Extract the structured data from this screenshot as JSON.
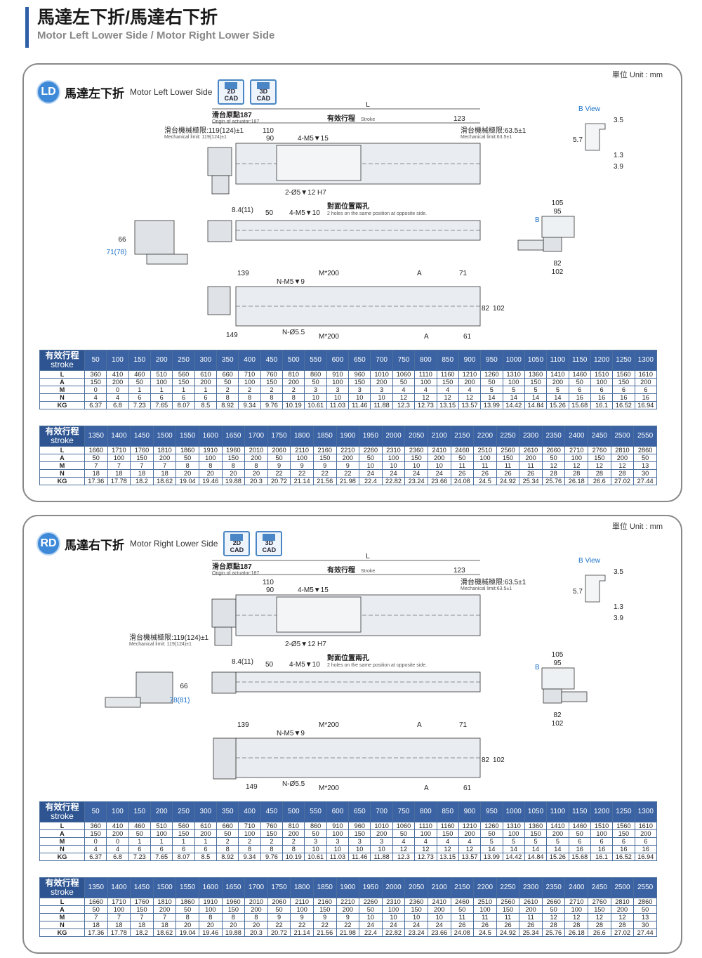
{
  "header": {
    "title": "馬達左下折/馬達右下折",
    "subtitle": "Motor Left Lower Side / Motor Right Lower Side"
  },
  "colors": {
    "accent": "#2f5fa7",
    "badge": "#3f8ad8",
    "table_header": "#3b63a3",
    "highlight": "#1e73c8"
  },
  "cad": {
    "two_d": [
      "2D",
      "CAD"
    ],
    "three_d": [
      "3D",
      "CAD"
    ]
  },
  "row_labels": {
    "stroke_zh": "有效行程",
    "stroke_en": "stroke",
    "L": "L",
    "A": "A",
    "M": "M",
    "N": "N",
    "KG": "KG"
  },
  "drawing_labels": {
    "L": "L",
    "origin_zh": "滑台原點187",
    "origin_en": "Origin of actuator:187",
    "stroke_zh": "有效行程",
    "stroke_en": "Stroke",
    "d123": "123",
    "mech_left_zh": "滑台機械極限:119(124)±1",
    "mech_left_en": "Mechanical limit: 119(124)±1",
    "mech_right_zh": "滑台機械極限:63.5±1",
    "mech_right_en": "Mechanical limit:63.5±1",
    "d110": "110",
    "d90": "90",
    "holes_m5": "4-M5▼15",
    "holes_pin": "2-Ø5▼12 H7",
    "d84": "8.4(11)",
    "d50": "50",
    "holes_m5_10": "4-M5▼10",
    "opp_zh": "對面位置兩孔",
    "opp_en": "2 holes on the same position at opposite side.",
    "d66": "66",
    "d71": "71(78)",
    "d78": "78(81)",
    "bview": "B View",
    "d35": "3.5",
    "d57": "5.7",
    "d13": "1.3",
    "d39": "3.9",
    "d105": "105",
    "d95": "95",
    "d82": "82",
    "d102": "102",
    "b": "B",
    "d139": "139",
    "m200": "M*200",
    "a": "A",
    "d71b": "71",
    "nm5": "N-M5▼9",
    "n55": "N-Ø5.5",
    "d149": "149",
    "d61": "61"
  },
  "panels": [
    {
      "badge": "LD",
      "title_zh": "馬達左下折",
      "title_en": "Motor Left Lower Side",
      "unit": "單位 Unit : mm"
    },
    {
      "badge": "RD",
      "title_zh": "馬達右下折",
      "title_en": "Motor Right Lower Side",
      "unit": "單位 Unit : mm"
    }
  ],
  "table": {
    "block1": {
      "stroke": [
        "50",
        "100",
        "150",
        "200",
        "250",
        "300",
        "350",
        "400",
        "450",
        "500",
        "550",
        "600",
        "650",
        "700",
        "750",
        "800",
        "850",
        "900",
        "950",
        "1000",
        "1050",
        "1100",
        "1150",
        "1200",
        "1250",
        "1300"
      ],
      "L": [
        "360",
        "410",
        "460",
        "510",
        "560",
        "610",
        "660",
        "710",
        "760",
        "810",
        "860",
        "910",
        "960",
        "1010",
        "1060",
        "1110",
        "1160",
        "1210",
        "1260",
        "1310",
        "1360",
        "1410",
        "1460",
        "1510",
        "1560",
        "1610"
      ],
      "A": [
        "150",
        "200",
        "50",
        "100",
        "150",
        "200",
        "50",
        "100",
        "150",
        "200",
        "50",
        "100",
        "150",
        "200",
        "50",
        "100",
        "150",
        "200",
        "50",
        "100",
        "150",
        "200",
        "50",
        "100",
        "150",
        "200"
      ],
      "M": [
        "0",
        "0",
        "1",
        "1",
        "1",
        "1",
        "2",
        "2",
        "2",
        "2",
        "3",
        "3",
        "3",
        "3",
        "4",
        "4",
        "4",
        "4",
        "5",
        "5",
        "5",
        "5",
        "6",
        "6",
        "6",
        "6"
      ],
      "N": [
        "4",
        "4",
        "6",
        "6",
        "6",
        "6",
        "8",
        "8",
        "8",
        "8",
        "10",
        "10",
        "10",
        "10",
        "12",
        "12",
        "12",
        "12",
        "14",
        "14",
        "14",
        "14",
        "16",
        "16",
        "16",
        "16"
      ],
      "KG": [
        "6.37",
        "6.8",
        "7.23",
        "7.65",
        "8.07",
        "8.5",
        "8.92",
        "9.34",
        "9.76",
        "10.19",
        "10.61",
        "11.03",
        "11.46",
        "11.88",
        "12.3",
        "12.73",
        "13.15",
        "13.57",
        "13.99",
        "14.42",
        "14.84",
        "15.26",
        "15.68",
        "16.1",
        "16.52",
        "16.94"
      ]
    },
    "block2": {
      "stroke": [
        "1350",
        "1400",
        "1450",
        "1500",
        "1550",
        "1600",
        "1650",
        "1700",
        "1750",
        "1800",
        "1850",
        "1900",
        "1950",
        "2000",
        "2050",
        "2100",
        "2150",
        "2200",
        "2250",
        "2300",
        "2350",
        "2400",
        "2450",
        "2500",
        "2550"
      ],
      "L": [
        "1660",
        "1710",
        "1760",
        "1810",
        "1860",
        "1910",
        "1960",
        "2010",
        "2060",
        "2110",
        "2160",
        "2210",
        "2260",
        "2310",
        "2360",
        "2410",
        "2460",
        "2510",
        "2560",
        "2610",
        "2660",
        "2710",
        "2760",
        "2810",
        "2860"
      ],
      "A": [
        "50",
        "100",
        "150",
        "200",
        "50",
        "100",
        "150",
        "200",
        "50",
        "100",
        "150",
        "200",
        "50",
        "100",
        "150",
        "200",
        "50",
        "100",
        "150",
        "200",
        "50",
        "100",
        "150",
        "200",
        "50"
      ],
      "M": [
        "7",
        "7",
        "7",
        "7",
        "8",
        "8",
        "8",
        "8",
        "9",
        "9",
        "9",
        "9",
        "10",
        "10",
        "10",
        "10",
        "11",
        "11",
        "11",
        "11",
        "12",
        "12",
        "12",
        "12",
        "13"
      ],
      "N": [
        "18",
        "18",
        "18",
        "18",
        "20",
        "20",
        "20",
        "20",
        "22",
        "22",
        "22",
        "22",
        "24",
        "24",
        "24",
        "24",
        "26",
        "26",
        "26",
        "26",
        "28",
        "28",
        "28",
        "28",
        "30"
      ],
      "KG": [
        "17.36",
        "17.78",
        "18.2",
        "18.62",
        "19.04",
        "19.46",
        "19.88",
        "20.3",
        "20.72",
        "21.14",
        "21.56",
        "21.98",
        "22.4",
        "22.82",
        "23.24",
        "23.66",
        "24.08",
        "24.5",
        "24.92",
        "25.34",
        "25.76",
        "26.18",
        "26.6",
        "27.02",
        "27.44"
      ]
    }
  }
}
